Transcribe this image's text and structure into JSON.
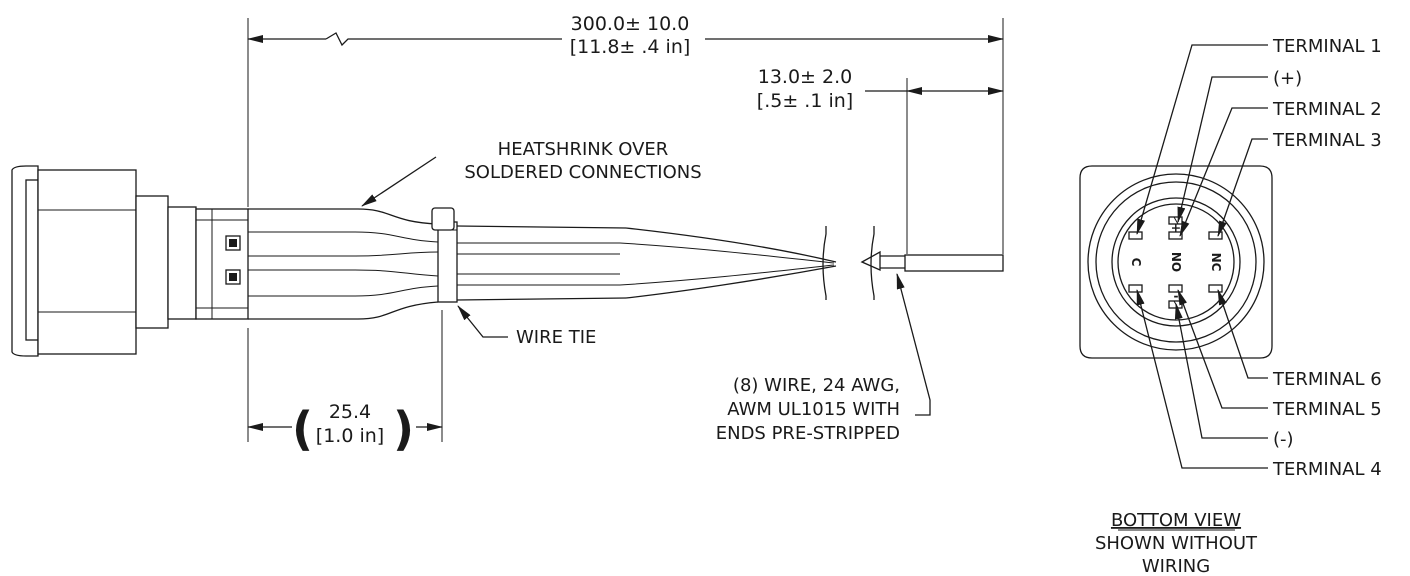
{
  "dimensions": {
    "overall_length": "300.0± 10.0",
    "overall_length_in": "[11.8± .4 in]",
    "strip_length": "13.0± 2.0",
    "strip_length_in": "[.5± .1 in]",
    "tie_distance": "25.4",
    "tie_distance_in": "[1.0 in]",
    "paren_open": "(",
    "paren_close": ")"
  },
  "callouts": {
    "heatshrink_line1": "HEATSHRINK OVER",
    "heatshrink_line2": "SOLDERED CONNECTIONS",
    "wire_tie": "WIRE TIE",
    "wire_line1": "(8) WIRE, 24 AWG,",
    "wire_line2": "AWM UL1015 WITH",
    "wire_line3": "ENDS PRE-STRIPPED"
  },
  "terminals": {
    "t1": "TERMINAL 1",
    "plus": "(+)",
    "t2": "TERMINAL 2",
    "t3": "TERMINAL 3",
    "t6": "TERMINAL 6",
    "t5": "TERMINAL 5",
    "minus": "(-)",
    "t4": "TERMINAL 4"
  },
  "pin_marks": {
    "plus": "+",
    "minus": "-",
    "c": "C",
    "no": "NO",
    "nc": "NC"
  },
  "bottom_view": {
    "title": "BOTTOM VIEW",
    "line2": "SHOWN WITHOUT",
    "line3": "WIRING"
  }
}
